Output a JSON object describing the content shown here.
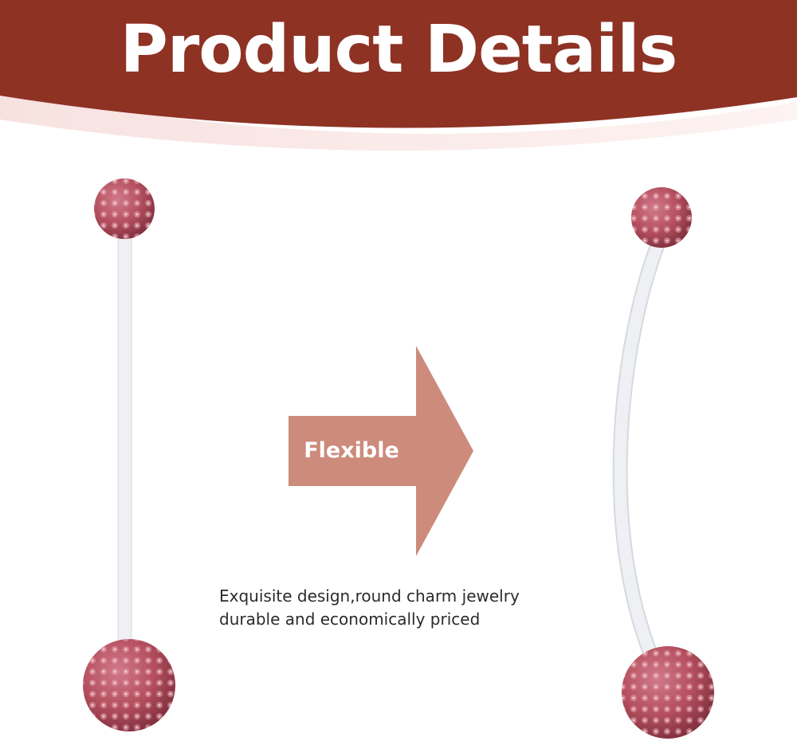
{
  "header": {
    "title": "Product Details",
    "bg_color": "#8e3224",
    "accent_color": "#f4dcda"
  },
  "arrow": {
    "label": "Flexible",
    "color": "#cc8b7b"
  },
  "description": {
    "lines": [
      "Exquisite design,round charm jewelry",
      "durable and economically priced"
    ]
  },
  "product": {
    "ball_color": "#b7566a",
    "bar_color": "#e8eaee"
  }
}
